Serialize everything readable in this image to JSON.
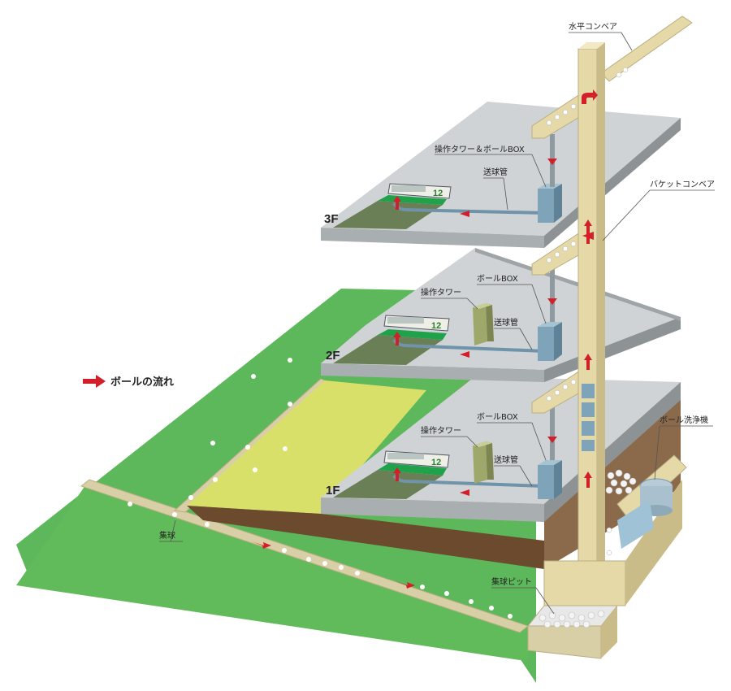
{
  "labels": {
    "horizontal_conveyor": "水平コンベア",
    "operation_tower_ball_box": "操作タワー＆ボールBOX",
    "delivery_pipe_3f": "送球管",
    "bucket_conveyor": "バケットコンベア",
    "ball_box_2f": "ボールBOX",
    "operation_tower_2f": "操作タワー",
    "delivery_pipe_2f": "送球管",
    "ball_box_1f": "ボールBOX",
    "operation_tower_1f": "操作タワー",
    "delivery_pipe_1f": "送球管",
    "ball_washer": "ボール洗浄機",
    "collection": "集球",
    "collection_pit": "集球ピット"
  },
  "floors": {
    "f3": "3F",
    "f2": "2F",
    "f1": "1F"
  },
  "bay_numbers": {
    "f3": "12",
    "f2": "12",
    "f1": "12"
  },
  "legend": {
    "text": "ボールの流れ"
  },
  "colors": {
    "grass": "#5cb85a",
    "fairway_yellow": "#d9e06a",
    "slab": "#cfd3d5",
    "conveyor": "#e6d9a8",
    "arrow": "#d21f2a",
    "earth": "#8a6a4a",
    "pipe": "#6f93a8"
  }
}
